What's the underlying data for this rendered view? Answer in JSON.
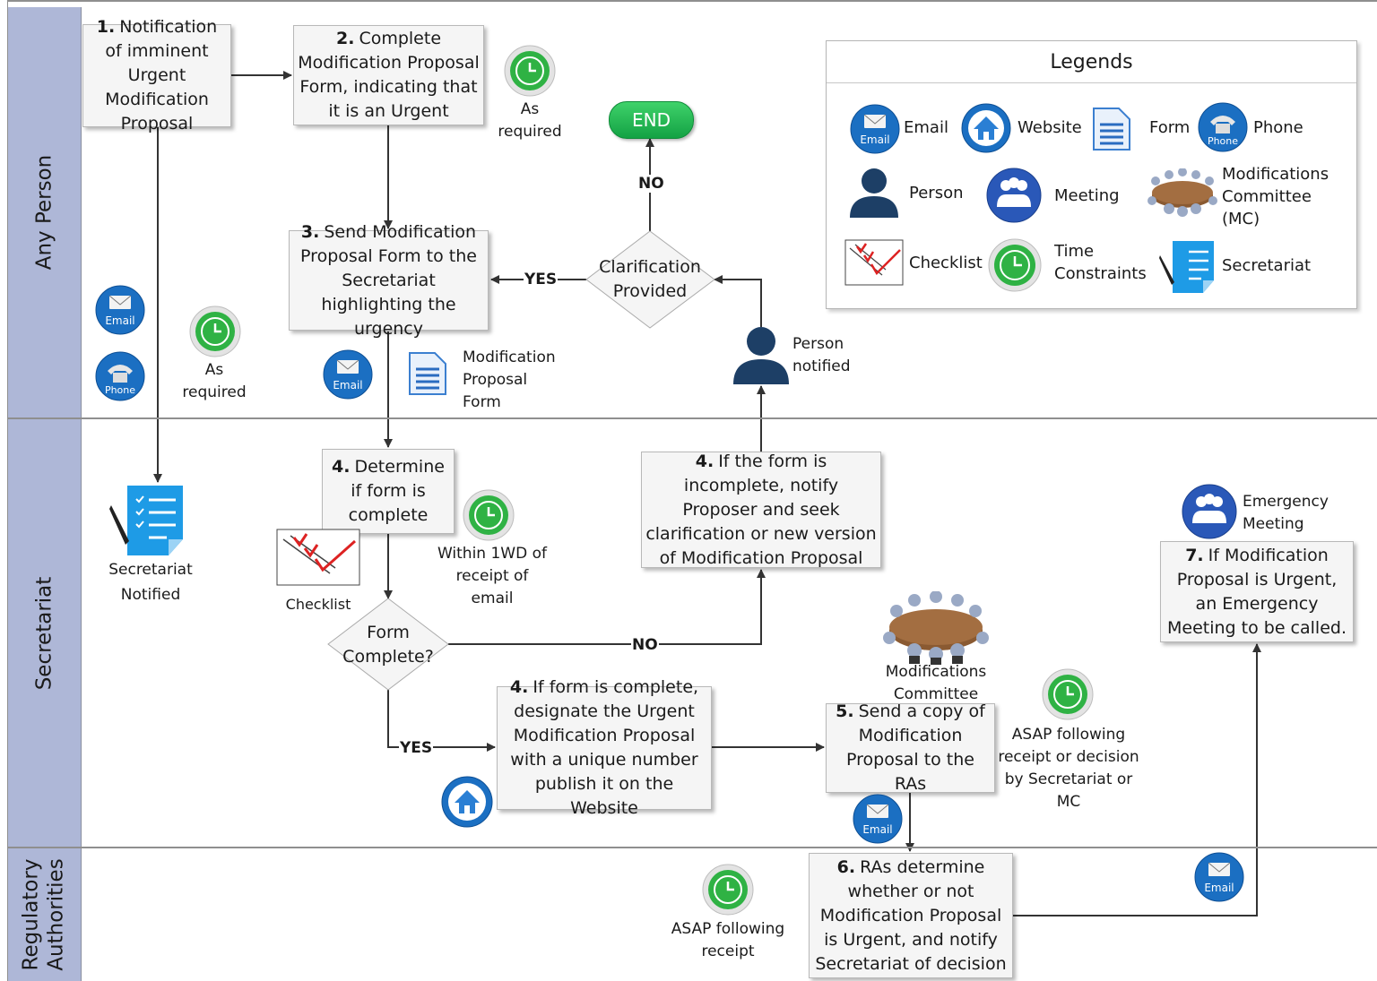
{
  "lanes": [
    "Any Person",
    "Secretariat",
    "Regulatory Authorities"
  ],
  "steps": {
    "s1": {
      "num": "1.",
      "text": "Notification of imminent Urgent Modification Proposal"
    },
    "s2": {
      "num": "2.",
      "text": "Complete Modification Proposal Form, indicating that it is an Urgent"
    },
    "s3": {
      "num": "3.",
      "text": "Send Modification Proposal Form to the Secretariat highlighting the urgency"
    },
    "s4a": {
      "num": "4.",
      "text": "Determine if form is complete"
    },
    "s4b": {
      "num": "4.",
      "text": "If the form is incomplete, notify Proposer and seek clarification or new version of Modification Proposal"
    },
    "s4c": {
      "num": "4.",
      "text": "If form is complete, designate the Urgent Modification Proposal with a unique number publish it on the Website"
    },
    "s5": {
      "num": "5.",
      "text": "Send a copy of Modification Proposal to the RAs"
    },
    "s6": {
      "num": "6.",
      "text": "RAs determine whether or not Modification Proposal is Urgent, and notify Secretariat of decision"
    },
    "s7": {
      "num": "7.",
      "text": "If Modification Proposal is Urgent, an Emergency Meeting to be called."
    }
  },
  "decisions": {
    "clarification": "Clarification Provided",
    "form_complete": "Form Complete?"
  },
  "end_label": "END",
  "connector_labels": {
    "yes": "YES",
    "no": "NO"
  },
  "captions": {
    "as_required": "As required",
    "modification_proposal_form": "Modification Proposal Form",
    "person_notified": "Person notified",
    "secretariat_notified": "Secretariat Notified",
    "checklist": "Checklist",
    "within_1wd": "Within 1WD of receipt of email",
    "modifications_committee": "Modifications Committee",
    "asap_decision": "ASAP following receipt or decision by Secretariat or MC",
    "asap_receipt": "ASAP following receipt",
    "emergency_meeting": "Emergency Meeting"
  },
  "icon_labels": {
    "email": "Email",
    "phone": "Phone"
  },
  "legend": {
    "title": "Legends",
    "items": {
      "email": "Email",
      "website": "Website",
      "form": "Form",
      "phone": "Phone",
      "person": "Person",
      "meeting": "Meeting",
      "committee": "Modifications Committee (MC)",
      "checklist": "Checklist",
      "time": "Time Constraints",
      "secretariat": "Secretariat"
    }
  },
  "colors": {
    "lane_header": "#aeb7d7",
    "end_green": "#1aa84a",
    "icon_blue": "#1b6fc2",
    "person_navy": "#1d3f66",
    "clock_green": "#2fb244"
  }
}
